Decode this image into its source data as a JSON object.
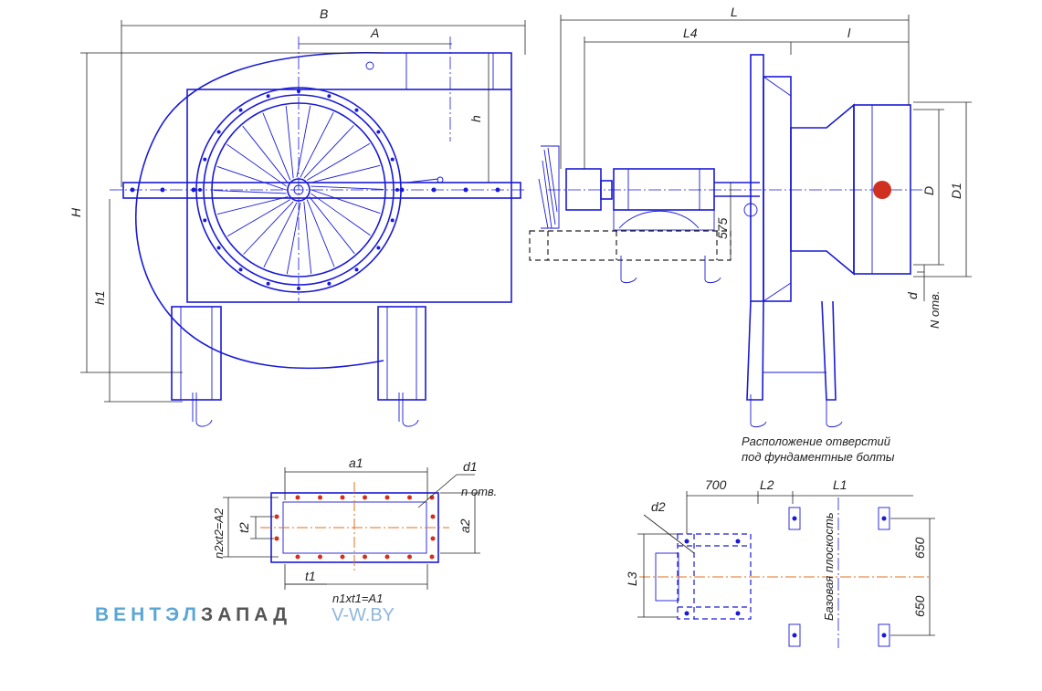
{
  "labels": {
    "B": "B",
    "A": "A",
    "h": "h",
    "H": "H",
    "h1": "h1",
    "L": "L",
    "L4": "L4",
    "l": "l",
    "D": "D",
    "D1": "D1",
    "d": "d",
    "n_otv_side": "N отв.",
    "dim575": "575",
    "a1": "a1",
    "d1": "d1",
    "n_otv": "n отв.",
    "a2": "a2",
    "t2": "t2",
    "n2t2": "n2xt2=A2",
    "t1": "t1",
    "n1t1": "n1xt1=A1",
    "dim700": "700",
    "L2": "L2",
    "L1": "L1",
    "d2": "d2",
    "L3": "L3",
    "dim650a": "650",
    "dim650b": "650",
    "base_plane": "Базовая плоскость",
    "note_line1": "Расположение отверстий",
    "note_line2": "под фундаментные болты"
  },
  "logo": {
    "part1": "ВЕНТЭЛ",
    "part2": "ЗАПАД",
    "site": "V-W.BY"
  },
  "colors": {
    "line": "#1a1ad6",
    "dimension": "#222222",
    "bolt_holes": "#d03020",
    "axis_accent": "#e07020"
  }
}
